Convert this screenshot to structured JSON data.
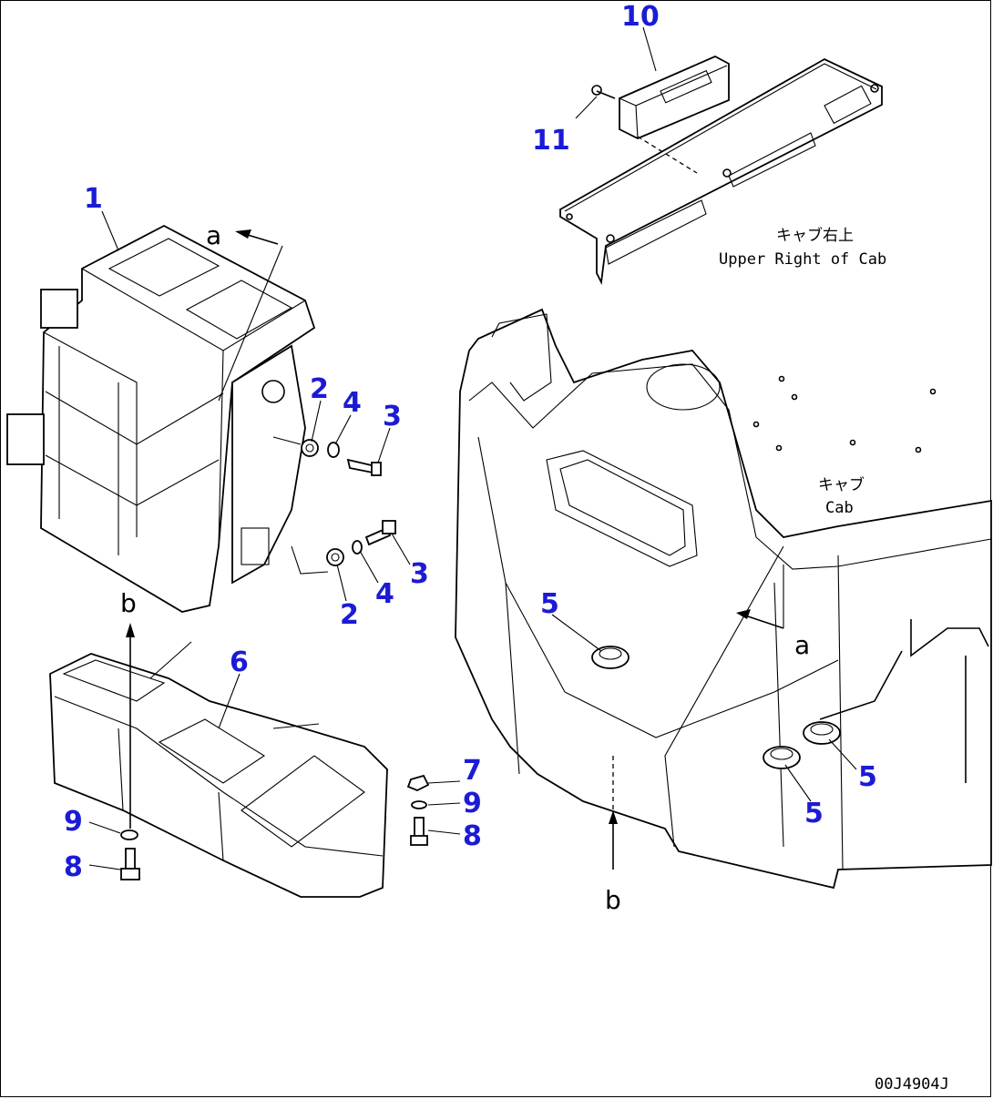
{
  "diagram": {
    "callouts": [
      "1",
      "2",
      "3",
      "4",
      "5",
      "6",
      "7",
      "8",
      "9",
      "10",
      "11"
    ],
    "view_markers": [
      "a",
      "b"
    ],
    "notes": {
      "upper_right_jp": "キャブ右上",
      "upper_right_en": "Upper Right of Cab",
      "cab_jp": "キャブ",
      "cab_en": "Cab"
    },
    "drawing_number": "00J4904J",
    "callout_color": "#1b1bd6"
  }
}
